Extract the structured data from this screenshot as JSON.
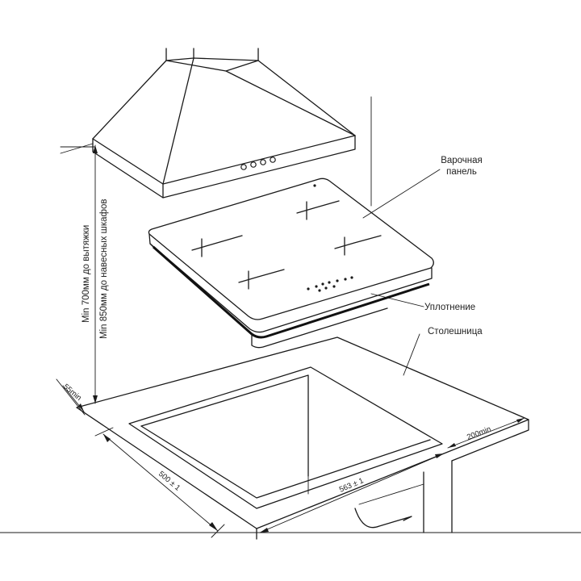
{
  "labels": {
    "hob_line1": "Варочная",
    "hob_line2": "панель",
    "seal": "Уплотнение",
    "countertop": "Столешница",
    "min_hood": "Min 700мм до вытяжки",
    "min_cabinets": "Min 850мм до навесных шкафов",
    "dim_55": "55min",
    "dim_200": "200min",
    "dim_500": "500 ± 1",
    "dim_563": "563 ± 1"
  },
  "icons": {
    "hood": "range-hood-icon",
    "hob": "induction-hob-icon",
    "countertop": "countertop-cutout-icon"
  }
}
